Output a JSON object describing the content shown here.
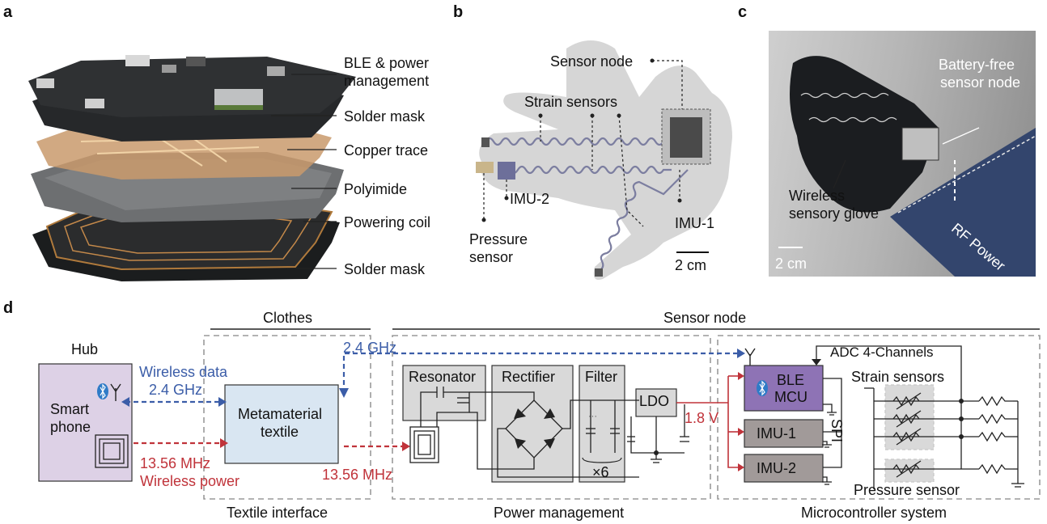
{
  "panel_labels": {
    "a": "a",
    "b": "b",
    "c": "c",
    "d": "d"
  },
  "panel_a": {
    "labels": [
      "BLE & power",
      "management",
      "Solder mask",
      "Copper trace",
      "Polyimide",
      "Powering coil",
      "Solder mask"
    ]
  },
  "panel_b": {
    "sensor_node": "Sensor node",
    "strain_sensors": "Strain sensors",
    "imu2": "IMU-2",
    "imu1": "IMU-1",
    "pressure_line1": "Pressure",
    "pressure_line2": "sensor",
    "scale": "2 cm"
  },
  "panel_c": {
    "battery_line1": "Battery-free",
    "battery_line2": "sensor node",
    "glove_line1": "Wireless",
    "glove_line2": "sensory glove",
    "rf": "RF Power",
    "scale": "2 cm"
  },
  "panel_d": {
    "clothes": "Clothes",
    "sensor_node": "Sensor node",
    "hub": "Hub",
    "phone_line1": "Smart",
    "phone_line2": "phone",
    "wireless_data": "Wireless data",
    "ghz_left": "2.4 GHz",
    "ghz_top": "2.4 GHz",
    "mhz_left": "13.56 MHz",
    "wireless_power": "Wireless power",
    "mhz_mid": "13.56 MHz",
    "meta_line1": "Metamaterial",
    "meta_line2": "textile",
    "resonator": "Resonator",
    "rectifier": "Rectifier",
    "filter": "Filter",
    "ldo": "LDO",
    "x6": "×6",
    "v18": "1.8 V",
    "adc": "ADC 4-Channels",
    "ble_line1": "BLE",
    "ble_line2": "MCU",
    "imu1": "IMU-1",
    "imu2": "IMU-2",
    "spi": "SPI",
    "strain": "Strain sensors",
    "pressure": "Pressure sensor",
    "textile_interface": "Textile interface",
    "power_management": "Power management",
    "micro_system": "Microcontroller system"
  },
  "colors": {
    "blue": "#3b5da8",
    "red": "#c0333a",
    "hub_fill": "#ddd1e6",
    "meta_fill": "#d9e6f2",
    "gray_box": "#d9d9d9",
    "mcu_fill": "#8e73b5"
  }
}
